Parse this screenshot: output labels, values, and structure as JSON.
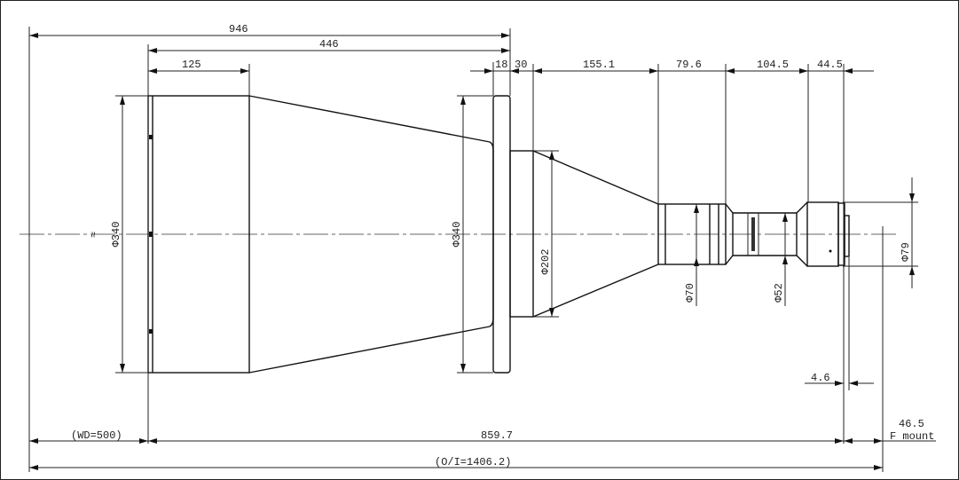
{
  "dimensions": {
    "overall_length": "946",
    "front_to_flange": "446",
    "front_barrel": "125",
    "flange_thickness": "18",
    "flange_step": "30",
    "rear_cone": "155.1",
    "barrel": "79.6",
    "focus_section": "104.5",
    "mount_section": "44.5",
    "front_diameter": "Φ340",
    "flange_diameter": "Φ340",
    "step_diameter": "Φ202",
    "barrel_diameter": "Φ70",
    "neck_diameter": "Φ52",
    "mount_diameter": "Φ79",
    "mount_offset": "4.6",
    "working_distance": "(WD=500)",
    "lens_length": "859.7",
    "flange_back": "46.5",
    "mount_type": "F mount",
    "object_to_image": "(O/I=1406.2)"
  }
}
